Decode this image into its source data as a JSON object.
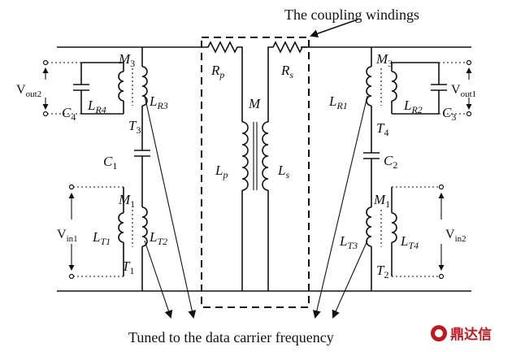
{
  "annotations": {
    "coupling": "The coupling windings",
    "tuned": "Tuned to the data carrier frequency"
  },
  "labels": {
    "Rp": "R",
    "Rp_sub": "p",
    "Rs": "R",
    "Rs_sub": "s",
    "M": "M",
    "Lp": "L",
    "Lp_sub": "p",
    "Ls": "L",
    "Ls_sub": "s",
    "M3_left": "M",
    "M3_left_sub": "3",
    "M3_right": "M",
    "M3_right_sub": "3",
    "M1_left": "M",
    "M1_left_sub": "1",
    "M1_right": "M",
    "M1_right_sub": "1",
    "LR3": "L",
    "LR3_sub": "R3",
    "LR4": "L",
    "LR4_sub": "R4",
    "LR1": "L",
    "LR1_sub": "R1",
    "LR2": "L",
    "LR2_sub": "R2",
    "LT1": "L",
    "LT1_sub": "T1",
    "LT2": "L",
    "LT2_sub": "T2",
    "LT3": "L",
    "LT3_sub": "T3",
    "LT4": "L",
    "LT4_sub": "T4",
    "C1": "C",
    "C1_sub": "1",
    "C2": "C",
    "C2_sub": "2",
    "C3": "C",
    "C3_sub": "3",
    "C4": "C",
    "C4_sub": "4",
    "T1": "T",
    "T1_sub": "1",
    "T2": "T",
    "T2_sub": "2",
    "T3": "T",
    "T3_sub": "3",
    "T4": "T",
    "T4_sub": "4",
    "Vout2": "V",
    "Vout2_sub": "out2",
    "Vout1": "V",
    "Vout1_sub": "out1",
    "Vin1": "V",
    "Vin1_sub": "in1",
    "Vin2": "V",
    "Vin2_sub": "in2"
  },
  "logo": {
    "text": "鼎达信"
  },
  "colors": {
    "line": "#111111",
    "logo": "#c4161c"
  }
}
